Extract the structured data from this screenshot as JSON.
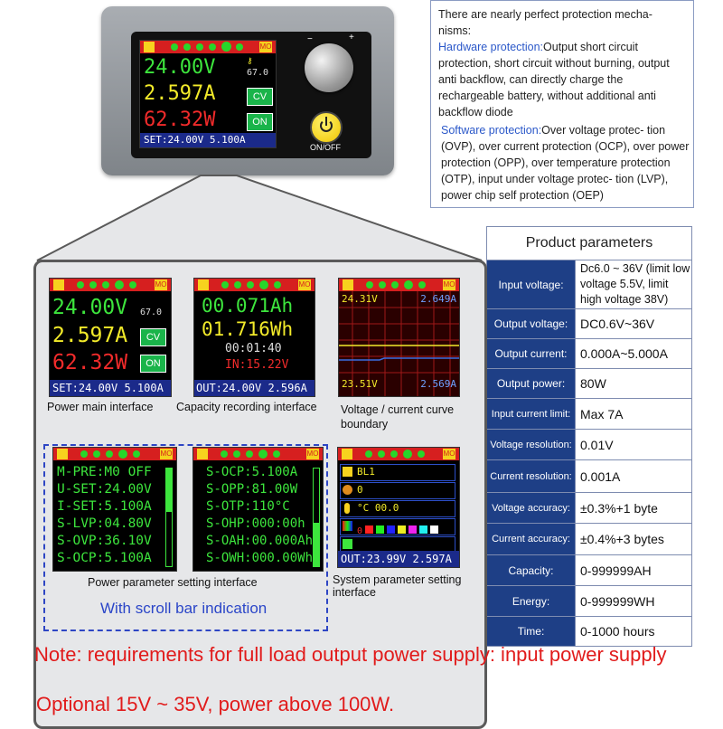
{
  "device": {
    "v": "24.00V",
    "a": "2.597A",
    "w": "62.32W",
    "temp": "67.0",
    "cv": "CV",
    "on": "ON",
    "set": "SET:24.00V 5.100A",
    "mo": "MO",
    "onoff": "ON/OFF"
  },
  "protection": {
    "intro": "There are nearly perfect protection mecha- nisms:",
    "hw_title": "Hardware protection:",
    "hw_text": "Output short circuit protection, short circuit without burning, output anti backflow, can directly charge the rechargeable battery, without additional anti backflow diode",
    "sw_title": "Software protection:",
    "sw_text": "Over voltage protec- tion (OVP), over current protection (OCP), over power protection (OPP), over temperature protection (OTP), input under voltage protec- tion (LVP), power chip self protection (OEP)"
  },
  "params": {
    "title": "Product parameters",
    "rows": [
      {
        "k": "Input voltage:",
        "v": "Dc6.0 ~ 36V (limit low voltage 5.5V, limit high voltage 38V)"
      },
      {
        "k": "Output voltage:",
        "v": "DC0.6V~36V"
      },
      {
        "k": "Output current:",
        "v": "0.000A~5.000A"
      },
      {
        "k": "Output power:",
        "v": "80W"
      },
      {
        "k": "Input current limit:",
        "v": "Max 7A"
      },
      {
        "k": "Voltage resolution:",
        "v": "0.01V"
      },
      {
        "k": "Current resolution:",
        "v": "0.001A"
      },
      {
        "k": "Voltage accuracy:",
        "v": "±0.3%+1 byte"
      },
      {
        "k": "Current accuracy:",
        "v": "±0.4%+3 bytes"
      },
      {
        "k": "Capacity:",
        "v": "0-999999AH"
      },
      {
        "k": "Energy:",
        "v": "0-999999WH"
      },
      {
        "k": "Time:",
        "v": "0-1000 hours"
      }
    ]
  },
  "screens": {
    "main": {
      "caption": "Power main interface",
      "v": "24.00V",
      "a": "2.597A",
      "w": "62.32W",
      "temp": "67.0",
      "cv": "CV",
      "on": "ON",
      "set": "SET:24.00V 5.100A"
    },
    "capacity": {
      "caption": "Capacity recording interface",
      "ah": "00.071Ah",
      "wh": "01.716Wh",
      "time": "00:01:40",
      "in": "IN:15.22V",
      "out": "OUT:24.00V 2.596A"
    },
    "curve": {
      "caption": "Voltage / current curve boundary",
      "v_top": "24.31V",
      "a_top": "2.649A",
      "v_bot": "23.51V",
      "a_bot": "2.569A"
    },
    "setting1": {
      "lines": [
        "M-PRE:M0 OFF",
        "U-SET:24.00V",
        "I-SET:5.100A",
        "S-LVP:04.80V",
        "S-OVP:36.10V",
        "S-OCP:5.100A"
      ]
    },
    "setting2": {
      "lines": [
        "S-OCP:5.100A",
        "S-OPP:81.00W",
        "S-OTP:110°C",
        "S-OHP:000:00h",
        "S-OAH:00.000Ah",
        "S-OWH:000.00Wh"
      ]
    },
    "setting_caption": "Power parameter setting interface",
    "scroll_caption": "With scroll bar indication",
    "system": {
      "caption": "System parameter setting interface",
      "bl": "BL1",
      "zero": "0",
      "temp": "°C 00.0",
      "row4": "0",
      "out": "OUT:23.99V 2.597A"
    }
  },
  "note": {
    "line1": "Note: requirements for full load output power supply: input power supply",
    "line2": "Optional 15V ~ 35V, power above 100W."
  },
  "colors": {
    "accent_blue": "#1e3f86",
    "note_red": "#e11b1b"
  }
}
